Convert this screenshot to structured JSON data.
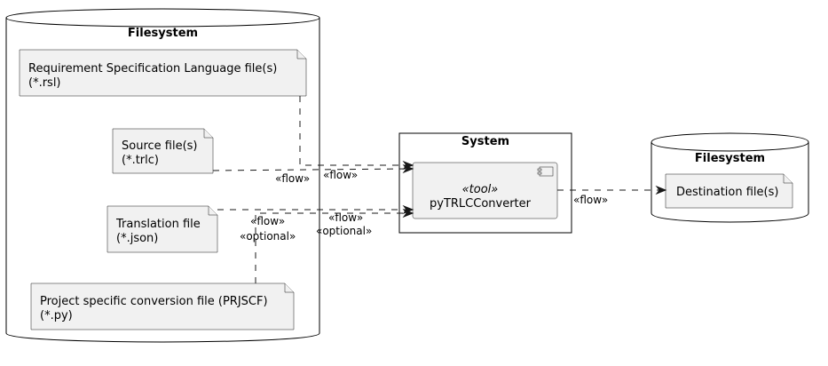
{
  "left_filesystem": {
    "title": "Filesystem"
  },
  "notes": {
    "rsl": {
      "line1": "Requirement Specification Language file(s)",
      "line2": "(*.rsl)"
    },
    "source": {
      "line1": "Source file(s)",
      "line2": "(*.trlc)"
    },
    "translation": {
      "line1": "Translation file",
      "line2": "(*.json)"
    },
    "prjscf": {
      "line1": "Project specific conversion file (PRJSCF)",
      "line2": "(*.py)"
    }
  },
  "system": {
    "title": "System",
    "component": {
      "stereotype": "«tool»",
      "name": "pyTRLCConverter"
    }
  },
  "right_filesystem": {
    "title": "Filesystem",
    "destination": {
      "label": "Destination file(s)"
    }
  },
  "edges": {
    "rsl_flow": "«flow»",
    "source_flow": "«flow»",
    "translation_flow": "«flow»",
    "translation_optional": "«optional»",
    "prjscf_flow": "«flow»",
    "prjscf_optional": "«optional»",
    "output_flow": "«flow»"
  }
}
